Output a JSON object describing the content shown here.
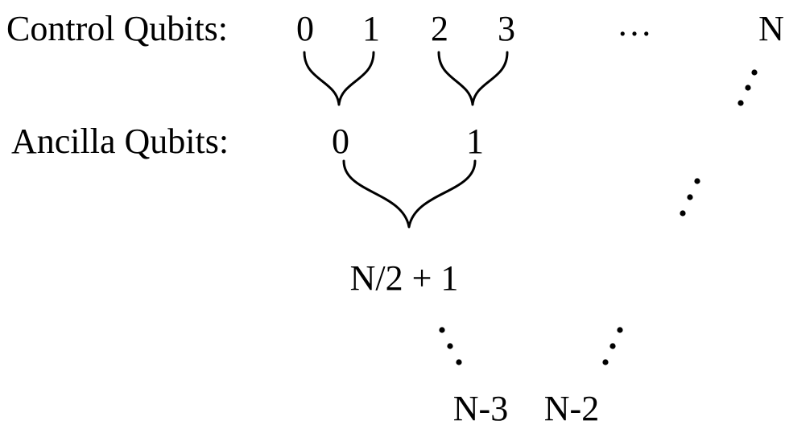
{
  "rows": {
    "control_label": "Control Qubits:",
    "ancilla_label": "Ancilla Qubits:"
  },
  "control_qubits": [
    "0",
    "1",
    "2",
    "3"
  ],
  "control_ellipsis": "…",
  "control_last": "N",
  "ancilla_qubits": [
    "0",
    "1"
  ],
  "merged_node": "N/2 + 1",
  "final_nodes": [
    "N-3",
    "N-2"
  ],
  "colors": {
    "ink": "#000000",
    "background": "#ffffff"
  }
}
